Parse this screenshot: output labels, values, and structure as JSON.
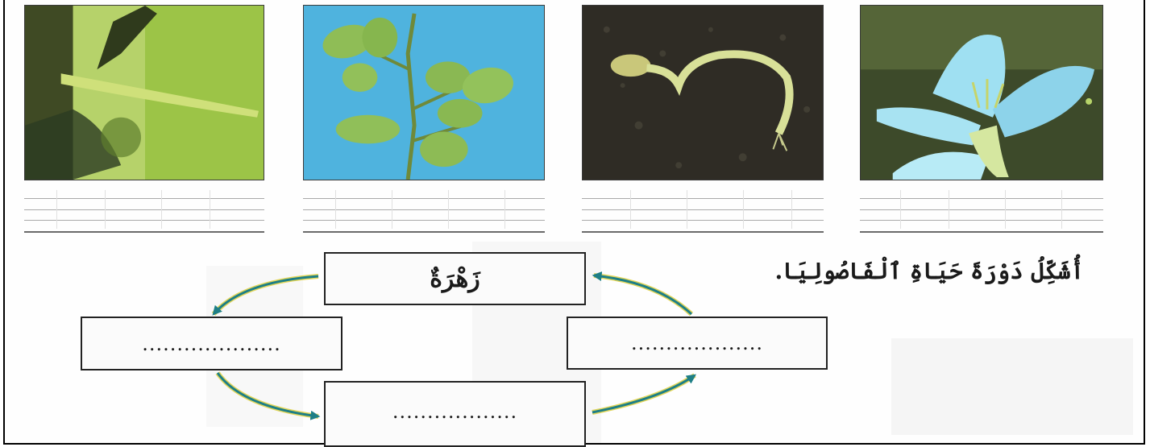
{
  "photos": [
    {
      "name": "seed-pod-photo"
    },
    {
      "name": "young-plant-photo"
    },
    {
      "name": "sprouting-seed-photo"
    },
    {
      "name": "flower-photo"
    }
  ],
  "activity": {
    "title": "أُشَكِّلُ دَوْرَةَ حَيَاةِ ٱلْفَاصُولِيَا."
  },
  "cycle": {
    "top_label": "زَهْرَةٌ",
    "left_blank": "....................",
    "right_blank": "...................",
    "bottom_blank": ".................."
  },
  "colors": {
    "arrow_teal": "#1e7f86",
    "arrow_yellow": "#e3d65a",
    "box_border": "#222222"
  }
}
